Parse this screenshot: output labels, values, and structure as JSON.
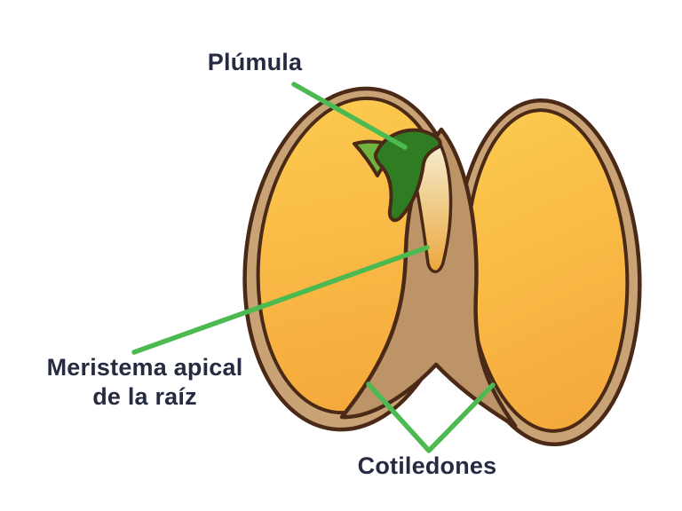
{
  "figure": {
    "labels": {
      "plumula": "Plúmula",
      "meristema_line1": "Meristema apical",
      "meristema_line2": "de la raíz",
      "cotiledones": "Cotiledones"
    },
    "colors": {
      "outline": "#4A2A16",
      "seed_coat": "#C9A376",
      "axis": "#BD9468",
      "cotyledon_light": "#FCC94E",
      "cotyledon_dark": "#F5A93C",
      "cream_light": "#F4E8C6",
      "cream_dark": "#EBA73D",
      "plumule_dark": "#2E7D22",
      "plumule_light": "#6FB43F",
      "leader_line": "#4CBA51",
      "label_text": "#272B41"
    }
  }
}
